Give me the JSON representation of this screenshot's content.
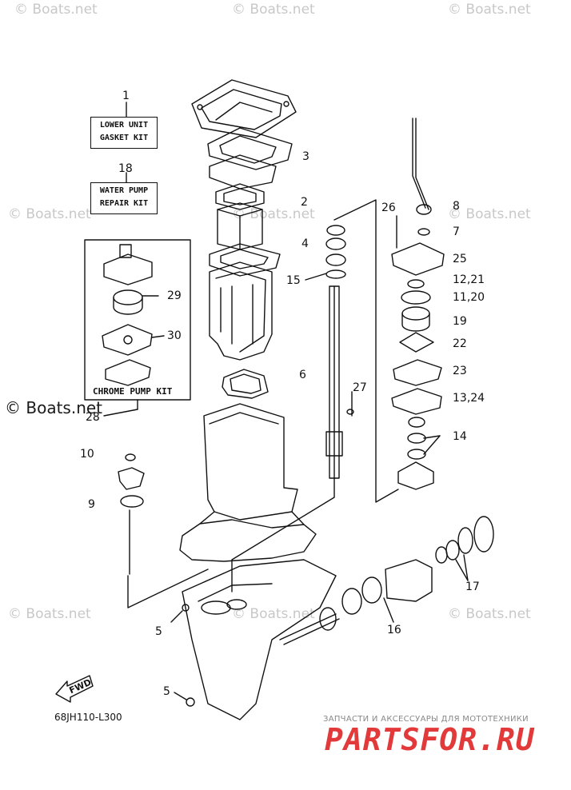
{
  "watermark_text": "© Boats.net",
  "kit_labels": {
    "lower_unit_gasket_kit": [
      "LOWER UNIT",
      "GASKET KIT"
    ],
    "water_pump_repair_kit": [
      "WATER PUMP",
      "REPAIR KIT"
    ],
    "chrome_pump_kit": "CHROME PUMP KIT"
  },
  "part_numbers": {
    "p1": "1",
    "p18": "18",
    "p3": "3",
    "p2": "2",
    "p4": "4",
    "p15": "15",
    "p6": "6",
    "p27": "27",
    "p29": "29",
    "p30": "30",
    "p28": "28",
    "p10": "10",
    "p9": "9",
    "p5a": "5",
    "p5b": "5",
    "p16": "16",
    "p17": "17",
    "p26": "26",
    "p8": "8",
    "p7": "7",
    "p25": "25",
    "p12_21": "12,21",
    "p11_20": "11,20",
    "p19": "19",
    "p22": "22",
    "p23": "23",
    "p13_24": "13,24",
    "p14": "14"
  },
  "fwd_label": "FWD",
  "diagram_code": "68JH110-L300",
  "footer": {
    "subtitle": "ЗАПЧАСТИ И АКСЕССУАРЫ ДЛЯ МОТОТЕХНИКИ",
    "brand": "PARTSFOR.RU"
  },
  "colors": {
    "ink": "#111111",
    "watermark": "#c8c8c8",
    "brand": "#e23a3a"
  }
}
